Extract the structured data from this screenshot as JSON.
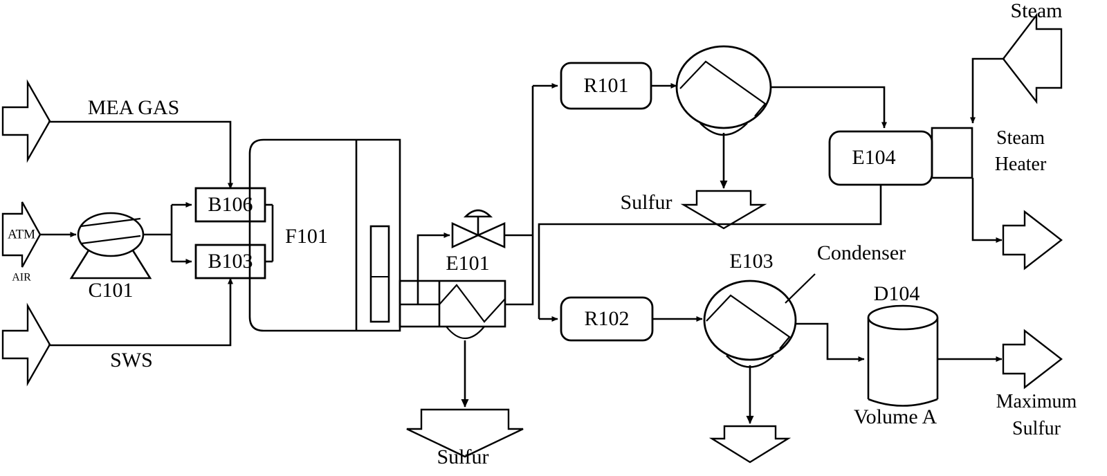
{
  "diagram": {
    "title": "Sulfur Recovery Unit Process Flow Diagram",
    "type": "process-flow-diagram",
    "line_color": "#000000",
    "background_color": "#ffffff"
  },
  "feed_streams": [
    {
      "id": "mea-gas",
      "label": "MEA GAS",
      "kind": "inlet-arrow"
    },
    {
      "id": "atm",
      "label": "ATM",
      "sub_label": "AIR",
      "kind": "inlet-arrow"
    },
    {
      "id": "sws",
      "label": "SWS",
      "kind": "inlet-arrow"
    },
    {
      "id": "steam",
      "label": "Steam",
      "kind": "inlet-arrow"
    }
  ],
  "equipment": [
    {
      "id": "c101",
      "tag": "C101",
      "type": "blower-compressor"
    },
    {
      "id": "b106",
      "tag": "B106",
      "type": "burner-box"
    },
    {
      "id": "b103",
      "tag": "B103",
      "type": "burner-box"
    },
    {
      "id": "f101",
      "tag": "F101",
      "type": "reaction-furnace"
    },
    {
      "id": "e101",
      "tag": "E101",
      "type": "waste-heat-boiler"
    },
    {
      "id": "r101",
      "tag": "R101",
      "type": "reactor"
    },
    {
      "id": "e102",
      "tag": "",
      "type": "condenser-ellipse"
    },
    {
      "id": "e104",
      "tag": "E104",
      "type": "steam-heater-exchanger"
    },
    {
      "id": "r102",
      "tag": "R102",
      "type": "reactor"
    },
    {
      "id": "e103",
      "tag": "E103",
      "type": "condenser-ellipse"
    },
    {
      "id": "d104",
      "tag": "D104",
      "type": "storage-tank",
      "note": "Volume A"
    }
  ],
  "annotations": [
    {
      "id": "steam-heater",
      "text": "Steam\nHeater"
    },
    {
      "id": "condenser",
      "text": "Condenser"
    },
    {
      "id": "volume-a",
      "text": "Volume A"
    }
  ],
  "product_streams": [
    {
      "id": "sulfur-e101",
      "label": "Sulfur",
      "kind": "outlet-arrow-down"
    },
    {
      "id": "sulfur-e102",
      "label": "Sulfur",
      "kind": "outlet-arrow-down"
    },
    {
      "id": "sulfur-e103",
      "label": "",
      "kind": "outlet-arrow-down"
    },
    {
      "id": "tail-gas",
      "label": "",
      "kind": "outlet-arrow-right"
    },
    {
      "id": "maximum-sulfur",
      "label": "Maximum\nSulfur",
      "kind": "outlet-arrow-right"
    }
  ],
  "labels": {
    "mea_gas": "MEA GAS",
    "atm": "ATM",
    "air": "AIR",
    "sws": "SWS",
    "c101": "C101",
    "b106": "B106",
    "b103": "B103",
    "f101": "F101",
    "e101": "E101",
    "sulfur_e101": "Sulfur",
    "r101": "R101",
    "sulfur_e102": "Sulfur",
    "steam": "Steam",
    "e104": "E104",
    "steam_heater_1": "Steam",
    "steam_heater_2": "Heater",
    "r102": "R102",
    "e103": "E103",
    "condenser": "Condenser",
    "d104": "D104",
    "volume_a": "Volume A",
    "maximum_1": "Maximum",
    "maximum_2": "Sulfur"
  }
}
